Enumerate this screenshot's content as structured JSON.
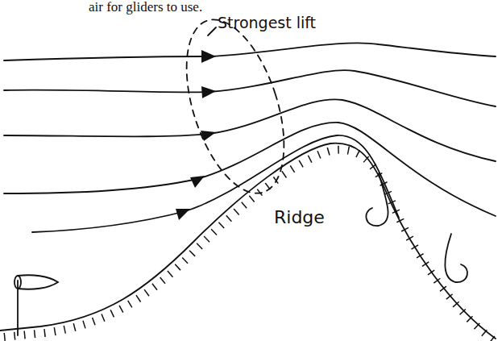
{
  "diagram": {
    "labels": [
      "air for gliders to use.",
      "Strongest lift",
      "Ridge"
    ]
  }
}
